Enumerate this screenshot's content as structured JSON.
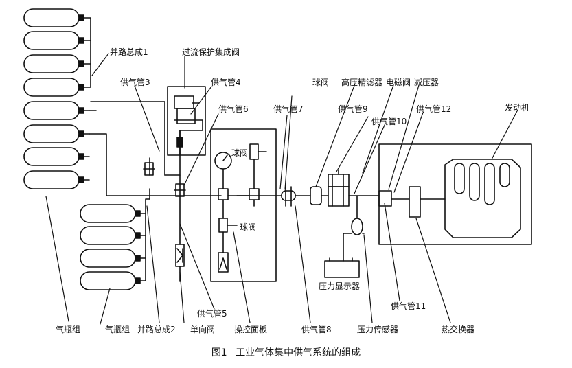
{
  "labels": {
    "parallel_manifold_1": "并路总成1",
    "overcurrent_valve": "过流保护集成阀",
    "supply_pipe_3": "供气管3",
    "supply_pipe_4": "供气管4",
    "supply_pipe_6": "供气管6",
    "ball_valve_top": "球阀",
    "supply_pipe_7": "供气管7",
    "ball_valve_panel_upper": "球阀",
    "ball_valve_panel_lower": "球阀",
    "hp_filter": "高压精滤器",
    "solenoid_valve": "电磁阀",
    "pressure_reducer": "减压器",
    "supply_pipe_9": "供气管9",
    "supply_pipe_10": "供气管10",
    "supply_pipe_12": "供气管12",
    "engine": "发动机",
    "pressure_display": "压力显示器",
    "supply_pipe_5": "供气管5",
    "supply_pipe_11": "供气管11",
    "cylinder_group_a": "气瓶组",
    "cylinder_group_b": "气瓶组",
    "parallel_manifold_2": "并路总成2",
    "check_valve": "单向阀",
    "control_panel": "操控面板",
    "supply_pipe_8": "供气管8",
    "pressure_sensor": "压力传感器",
    "heat_exchanger": "热交换器"
  },
  "caption": {
    "figure_no": "图1",
    "title": "工业气体集中供气系统的组成"
  }
}
